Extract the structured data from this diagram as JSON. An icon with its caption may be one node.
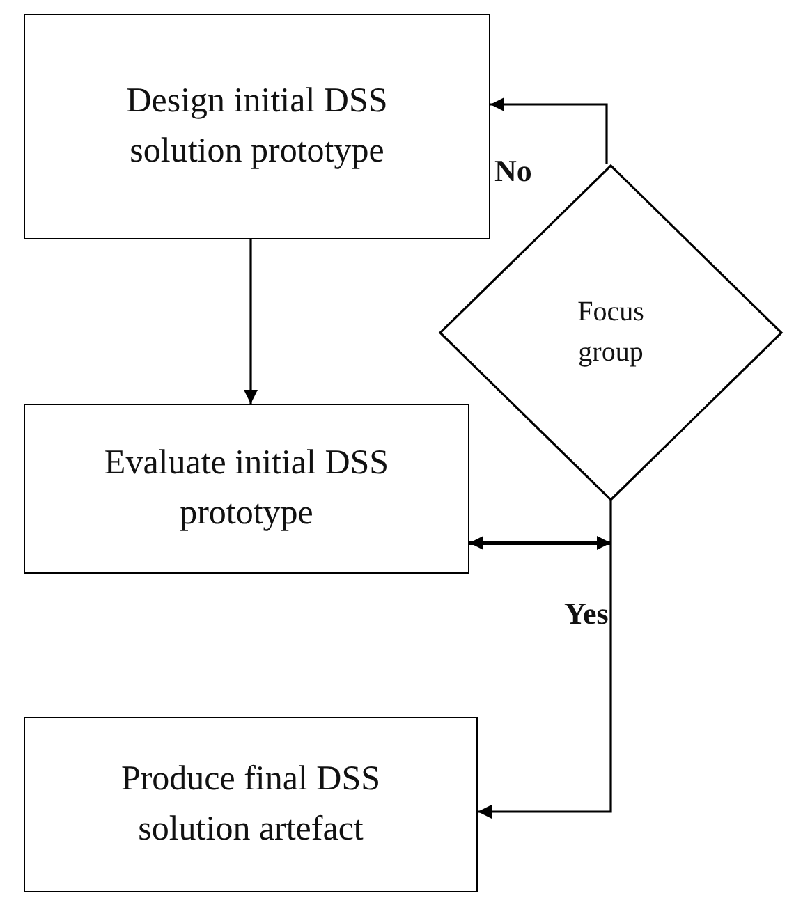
{
  "diagram": {
    "nodes": [
      {
        "text": [
          "Design initial DSS solution prototype"
        ]
      },
      {
        "text": [
          "Evaluate initial DSS prototype"
        ]
      },
      {
        "text": [
          "Produce final DSS solution artefact"
        ]
      },
      {
        "text": [
          "Focus group"
        ]
      }
    ],
    "edges": [
      {
        "from": 0,
        "to": 1,
        "arrow": "to"
      },
      {
        "from": 3,
        "to": 0,
        "arrow": "to",
        "label": "No"
      },
      {
        "from": 1,
        "to": 3,
        "arrow": "both"
      },
      {
        "from": 3,
        "to": 2,
        "arrow": "to",
        "label": "Yes"
      }
    ]
  }
}
